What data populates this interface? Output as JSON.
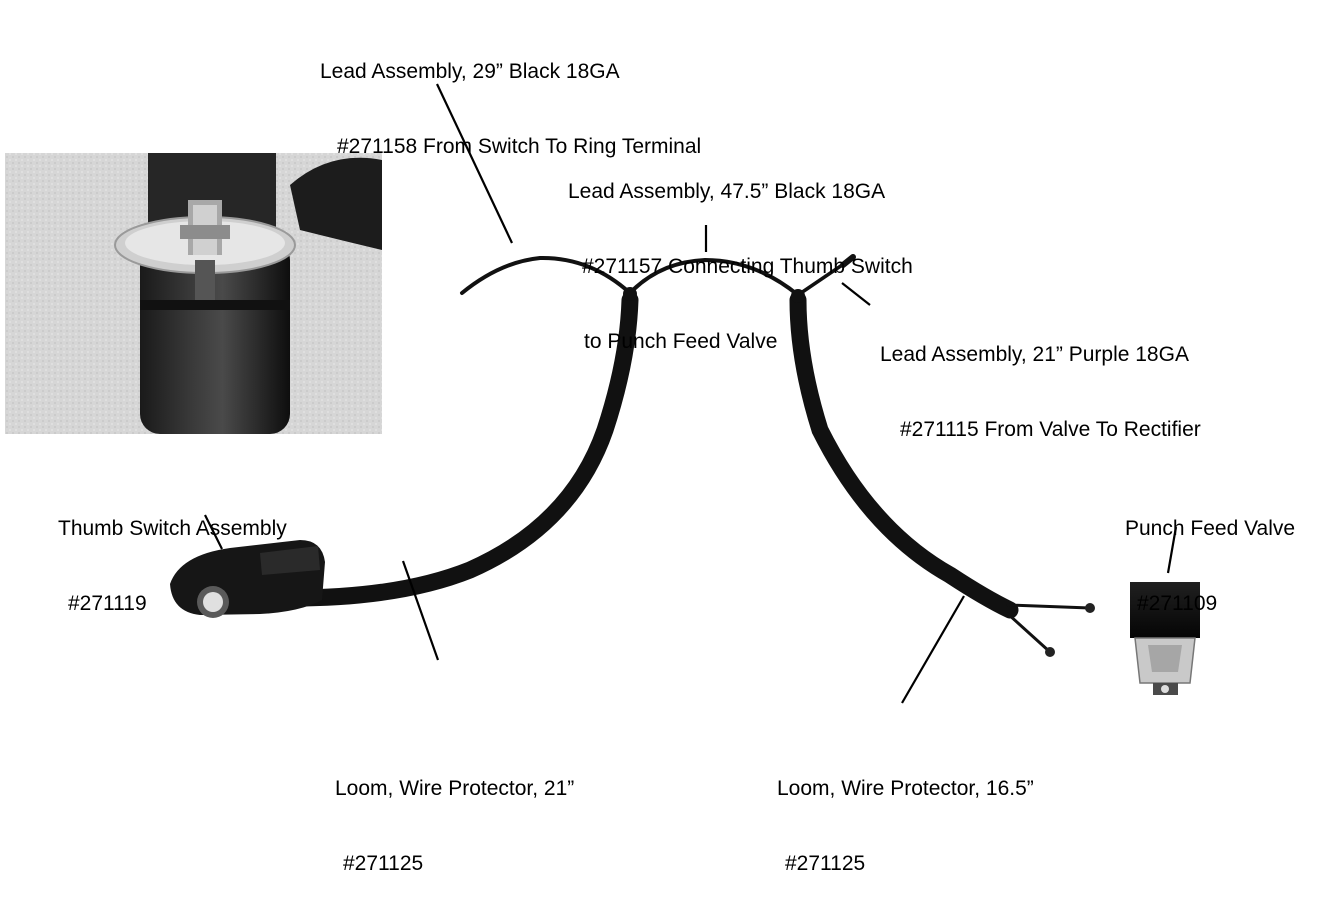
{
  "callouts": {
    "lead_29": {
      "line1": "Lead Assembly, 29” Black 18GA",
      "line2": "#271158 From Switch To Ring Terminal"
    },
    "lead_47": {
      "line1": "Lead Assembly, 47.5” Black 18GA",
      "line2": "#271157 Connecting Thumb Switch",
      "line3": "to Punch Feed Valve"
    },
    "lead_21": {
      "line1": "Lead Assembly, 21” Purple 18GA",
      "line2": "#271115 From Valve To Rectifier"
    },
    "thumb_switch": {
      "line1": "Thumb Switch Assembly",
      "line2": "#271119"
    },
    "punch_valve": {
      "line1": "Punch Feed Valve",
      "line2": "#271109"
    },
    "loom_21": {
      "line1": "Loom, Wire Protector, 21”",
      "line2": "#271125"
    },
    "loom_16": {
      "line1": "Loom, Wire Protector, 16.5”",
      "line2": "#271125"
    }
  },
  "colors": {
    "background": "#ffffff",
    "wire": "#111111",
    "leader": "#000000",
    "photo_bg": "#d8d8d8"
  }
}
